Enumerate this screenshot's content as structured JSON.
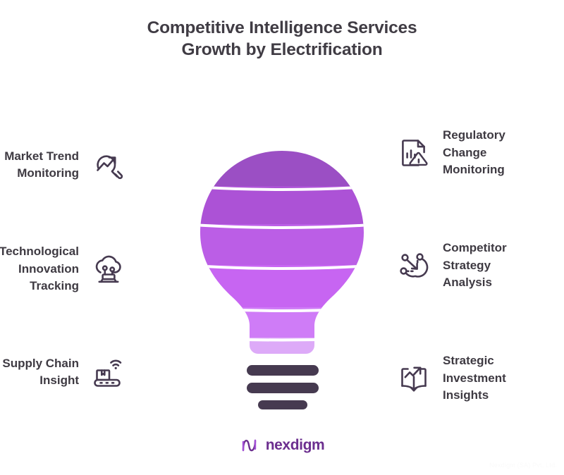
{
  "title": {
    "line1": "Competitive Intelligence Services",
    "line2": "Growth by Electrification",
    "color": "#403c44"
  },
  "features": {
    "left": [
      {
        "id": "market-trend-monitoring",
        "label": "Market Trend\nMonitoring",
        "icon": "trend-magnifier-icon"
      },
      {
        "id": "technological-innovation-tracking",
        "label": "Technological\nInnovation\nTracking",
        "icon": "cloud-robot-icon"
      },
      {
        "id": "supply-chain-insight",
        "label": "Supply Chain\nInsight",
        "icon": "conveyor-wifi-icon"
      }
    ],
    "right": [
      {
        "id": "regulatory-change-monitoring",
        "label": "Regulatory\nChange\nMonitoring",
        "icon": "document-chart-warning-icon"
      },
      {
        "id": "competitor-strategy-analysis",
        "label": "Competitor\nStrategy\nAnalysis",
        "icon": "strategy-nodes-icon"
      },
      {
        "id": "strategic-investment-insights",
        "label": "Strategic\nInvestment\nInsights",
        "icon": "book-growth-icon"
      }
    ]
  },
  "bulb": {
    "band_colors": [
      "#9b4fc4",
      "#ac52d6",
      "#bb5ee6",
      "#c765f2",
      "#cf7cf7",
      "#ddaaf8"
    ],
    "divider_color": "#ffffff",
    "base_bar_color": "#463a50",
    "base_bars": 3
  },
  "logo": {
    "name": "nexdigm",
    "mark": "nexdigm-logo-mark",
    "color": "#6c2f8f"
  },
  "footer": {
    "text": "Nexdigm (SA) Pvt. Ltd."
  }
}
